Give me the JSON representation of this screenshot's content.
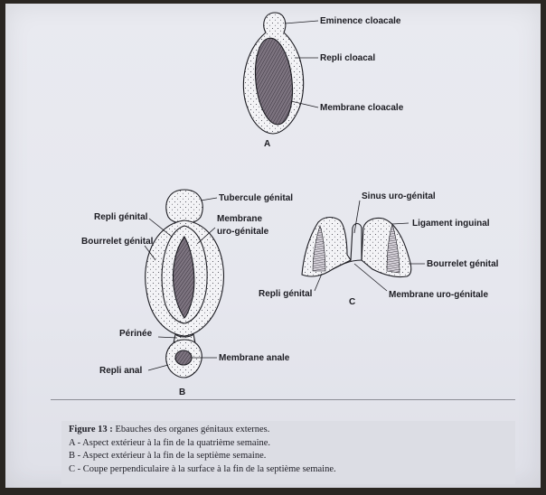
{
  "diagram_a": {
    "letter": "A",
    "labels": {
      "eminence": "Eminence cloacale",
      "repli": "Repli cloacal",
      "membrane": "Membrane cloacale"
    }
  },
  "diagram_b": {
    "letter": "B",
    "labels": {
      "tubercule": "Tubercule génital",
      "repli_genital": "Repli génital",
      "membrane_ug_1": "Membrane",
      "membrane_ug_2": "uro-génitale",
      "bourrelet": "Bourrelet génital",
      "perinee": "Périnée",
      "membrane_anale": "Membrane anale",
      "repli_anal": "Repli anal"
    }
  },
  "diagram_c": {
    "letter": "C",
    "labels": {
      "sinus": "Sinus uro-génital",
      "ligament": "Ligament inguinal",
      "bourrelet": "Bourrelet génital",
      "repli": "Repli génital",
      "membrane": "Membrane uro-génitale"
    }
  },
  "caption": {
    "title": "Figure 13 :",
    "title_rest": " Ebauches des organes génitaux externes.",
    "lines": [
      "A - Aspect extérieur à la fin de la quatrième semaine.",
      "B - Aspect extérieur à la fin de la septième semaine.",
      "C - Coupe perpendiculaire à la surface à la fin de la septième semaine."
    ]
  }
}
